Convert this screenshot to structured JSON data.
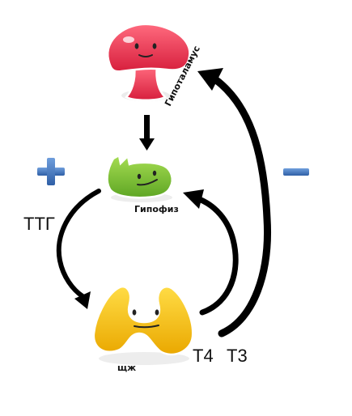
{
  "organs": {
    "hypothalamus": {
      "label": "Гипоталамус",
      "color": "#ee3a55"
    },
    "pituitary": {
      "label": "Гипофиз",
      "color": "#7cc23a"
    },
    "thyroid": {
      "label": "щж",
      "color": "#f5c21e"
    }
  },
  "labels": {
    "ttg": "ТТГ",
    "t4": "Т4",
    "t3": "Т3"
  },
  "signs": {
    "plus": {
      "name": "plus",
      "color": "#3d72b8"
    },
    "minus": {
      "name": "minus",
      "color": "#3d72b8"
    }
  }
}
